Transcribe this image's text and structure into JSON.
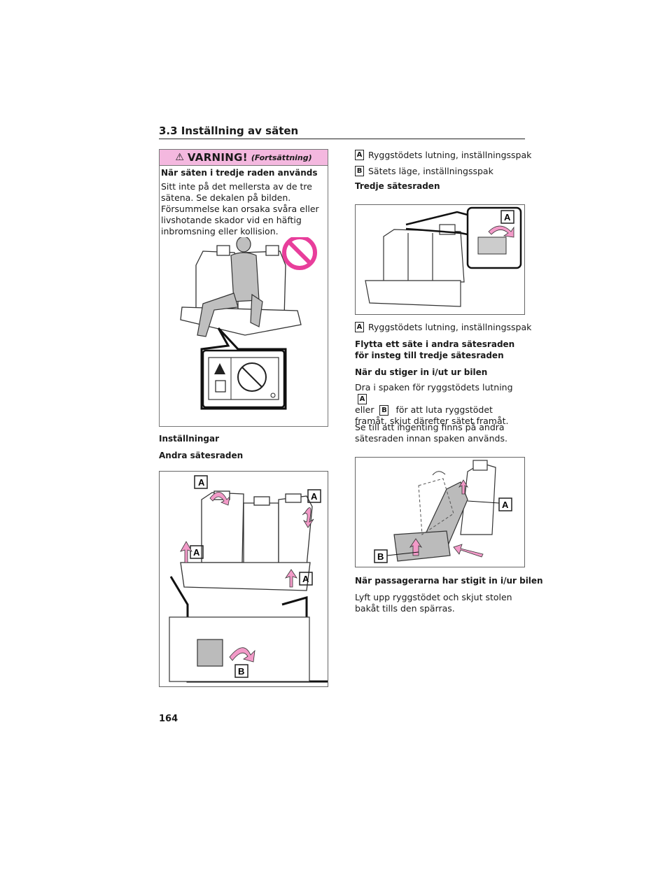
{
  "header": {
    "section": "3.3 Inställning av säten"
  },
  "warning": {
    "title": "VARNING!",
    "continued": "(Fortsättning)",
    "subtitle": "När säten i tredje raden används",
    "text": "Sitt inte på det mellersta av de tre sätena. Se dekalen på bilden. Försummelse kan orsaka svåra eller livshotande skador vid en häftig inbromsning eller kollision."
  },
  "left": {
    "heading1": "Inställningar",
    "heading2": "Andra sätesraden",
    "fig_callouts": {
      "a": "A",
      "b": "B"
    }
  },
  "right": {
    "legend_a": "Ryggstödets lutning, inställningsspak",
    "legend_b": "Sätets läge, inställningsspak",
    "heading_third": "Tredje sätesraden",
    "legend_a2": "Ryggstödets lutning, inställningsspak",
    "heading_move": "Flytta ett säte i andra sätesraden för insteg till tredje sätesraden",
    "heading_enter": "När du stiger in i/ut ur bilen",
    "text_enter_1": "Dra i spaken för ryggstödets lutning",
    "text_enter_2": "eller",
    "text_enter_3": "för att luta ryggstödet framåt, skjut därefter sätet framåt.",
    "text_enter_4": "Se till att ingenting finns på andra sätesraden innan spaken används.",
    "heading_after": "När passagerarna har stigit in i/ur bilen",
    "text_after": "Lyft upp ryggstödet och skjut stolen bakåt tills den spärras.",
    "key_a": "A",
    "key_b": "B"
  },
  "colors": {
    "warning_bg": "#f4b8df",
    "accent_pink": "#e83e9b",
    "arrow_pink": "#f29ac8"
  },
  "page_number": "164"
}
